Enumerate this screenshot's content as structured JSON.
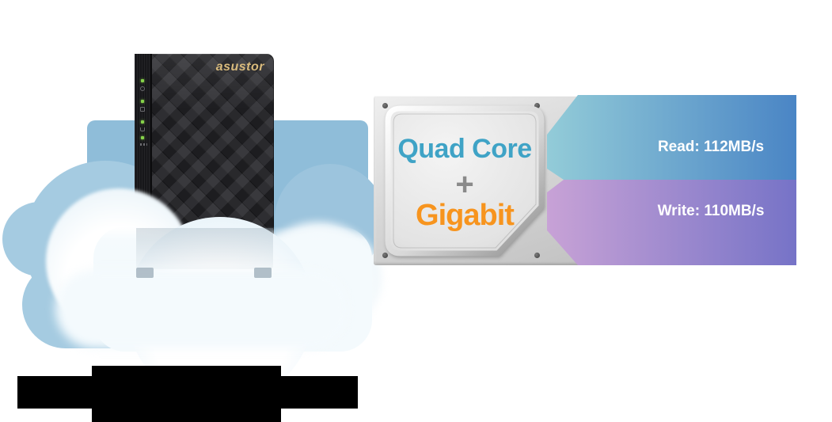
{
  "nas": {
    "brand": "asustor",
    "leds": [
      "power-led",
      "disk-led",
      "network-led",
      "status-led"
    ]
  },
  "chip": {
    "label_top": "Quad Core",
    "separator": "+",
    "label_bottom": "Gigabit"
  },
  "performance": {
    "read": {
      "label": "Read: 112MB/s"
    },
    "write": {
      "label": "Write: 110MB/s"
    }
  },
  "colors": {
    "cloud-blue": "#8fbdd9",
    "cloud-blue2": "#a5cbe1",
    "cloud-blue3": "#9cc4dd",
    "cloud-white": "#f4fafd",
    "nas-black": "#232327",
    "logo-gold": "#d8ba7c",
    "led-green": "#86d24a",
    "chip-teal": "#3fa3c6",
    "chip-plus-gray": "#8a8a8a",
    "chip-orange": "#f7941e",
    "read-start": "#93ccd8",
    "read-end": "#4a85c5",
    "write-start": "#c8a2d6",
    "write-end": "#7673c7",
    "banner-text": "#ffffff",
    "redact-black": "#000000"
  }
}
